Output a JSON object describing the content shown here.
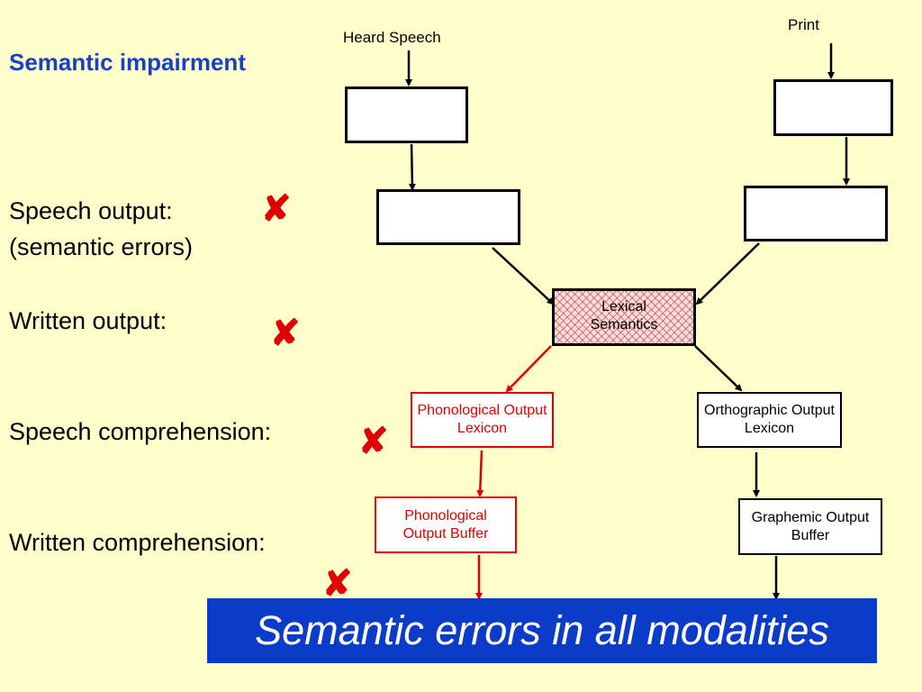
{
  "title": "Semantic impairment",
  "labels": {
    "speech_output": "Speech output:",
    "semantic_errors": "(semantic errors)",
    "written_output": "Written output:",
    "speech_comprehension": "Speech comprehension:",
    "written_comprehension": "Written comprehension:"
  },
  "cross_mark": "✘",
  "inputs": {
    "heard_speech": "Heard Speech",
    "print": "Print"
  },
  "nodes": {
    "lexical_semantics": "Lexical Semantics",
    "phonological_output_lexicon": "Phonological Output Lexicon",
    "orthographic_output_lexicon": "Orthographic Output Lexicon",
    "phonological_output_buffer": "Phonological Output Buffer",
    "graphemic_output_buffer": "Graphemic Output Buffer"
  },
  "banner": "Semantic errors in all modalities",
  "colors": {
    "background": "#ffffcc",
    "title": "#1a3fc4",
    "impaired": "#e00000",
    "banner": "#0a3cc9"
  }
}
